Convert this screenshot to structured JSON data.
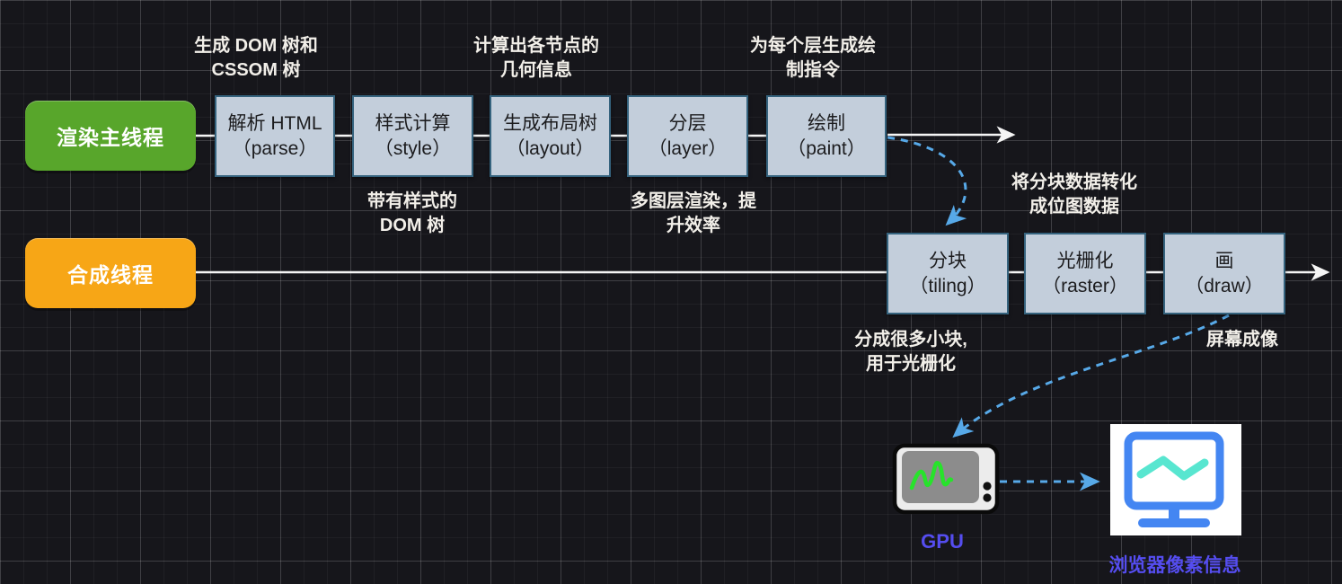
{
  "diagram_title": "browser-rendering-pipeline",
  "colors": {
    "background": "#16161b",
    "grid_minor": "#232329",
    "grid_major": "#3e3e44",
    "main_thread_fill": "#58a62b",
    "compositor_fill": "#f7a616",
    "step_fill": "#c3cedb",
    "step_border": "#35637e",
    "step_text": "#1c1c1e",
    "annotation_text": "#f2efe9",
    "flow_line": "#f5f5f5",
    "dashed_arrow": "#57a9e8",
    "io_label": "#554df0",
    "gpu_screen": "#8c8c8c",
    "gpu_wave": "#27e32b",
    "monitor_blue": "#4486f2",
    "monitor_wave": "#58e6d0"
  },
  "threads": {
    "main": {
      "label": "渲染主线程"
    },
    "compositor": {
      "label": "合成线程"
    }
  },
  "main_row": {
    "steps": [
      {
        "title": "解析 HTML",
        "subtitle": "（parse）"
      },
      {
        "title": "样式计算",
        "subtitle": "（style）"
      },
      {
        "title": "生成布局树",
        "subtitle": "（layout）"
      },
      {
        "title": "分层",
        "subtitle": "（layer）"
      },
      {
        "title": "绘制",
        "subtitle": "（paint）"
      }
    ]
  },
  "compositor_row": {
    "steps": [
      {
        "title": "分块",
        "subtitle": "（tiling）"
      },
      {
        "title": "光栅化",
        "subtitle": "（raster）"
      },
      {
        "title": "画",
        "subtitle": "（draw）"
      }
    ]
  },
  "annotations": {
    "parse_above": {
      "line1": "生成 DOM 树和",
      "line2": "CSSOM 树"
    },
    "layout_above": {
      "line1": "计算出各节点的",
      "line2": "几何信息"
    },
    "paint_above": {
      "line1": "为每个层生成绘",
      "line2": "制指令"
    },
    "style_below": {
      "line1": "带有样式的",
      "line2": "DOM 树"
    },
    "layer_below": {
      "line1": "多图层渲染，提",
      "line2": "升效率"
    },
    "raster_above": {
      "line1": "将分块数据转化",
      "line2": "成位图数据"
    },
    "tiling_below": {
      "line1": "分成很多小块,",
      "line2": "用于光栅化"
    },
    "draw_below": {
      "line1": "屏幕成像"
    }
  },
  "io": {
    "gpu_label": "GPU",
    "monitor_label": "浏览器像素信息"
  },
  "icons": {
    "gpu": "gpu-waveform-display-icon",
    "monitor": "browser-pixel-monitor-icon"
  }
}
